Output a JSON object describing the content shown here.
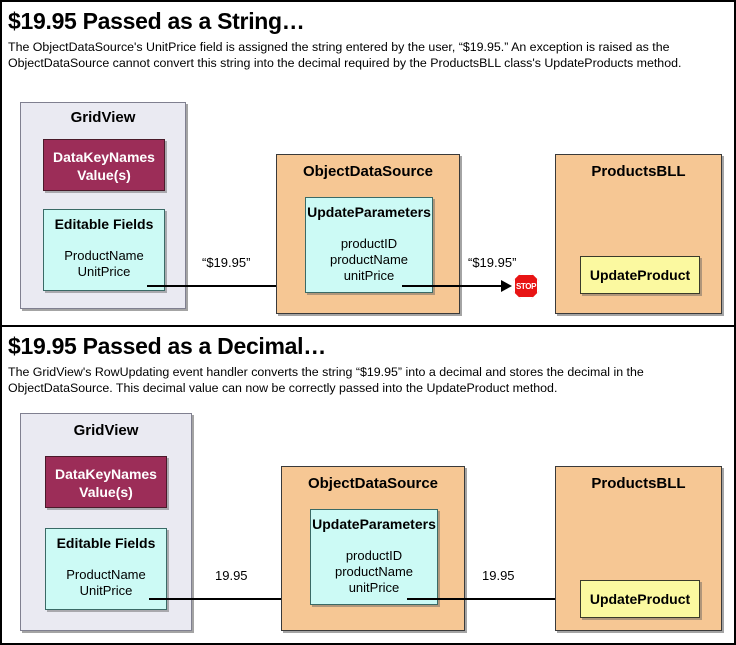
{
  "sections": [
    {
      "title": "$19.95 Passed as a String…",
      "description": "The ObjectDataSource's UnitPrice field is assigned the string entered by the user, “$19.95.” An exception is raised as the ObjectDataSource cannot convert this string into the decimal required by the ProductsBLL class's UpdateProducts method.",
      "gridview": {
        "title": "GridView",
        "datakey": {
          "line1": "DataKeyNames",
          "line2": "Value(s)",
          "color": "#9c2d58"
        },
        "editable": {
          "title": "Editable Fields",
          "fields": [
            "ProductName",
            "UnitPrice"
          ],
          "color": "#ccfaf5"
        },
        "color": "#eaeaf2"
      },
      "objectdatasource": {
        "title": "ObjectDataSource",
        "color": "#f6c794",
        "updateparameters": {
          "title": "UpdateParameters",
          "params": [
            "productID",
            "productName",
            "unitPrice"
          ],
          "color": "#ccfaf5"
        }
      },
      "productsbll": {
        "title": "ProductsBLL",
        "color": "#f6c794",
        "method": {
          "label": "UpdateProduct",
          "color": "#fbf9a0"
        }
      },
      "edge_1_label": "“$19.95”",
      "edge_2_label": "“$19.95”",
      "stop": {
        "label": "STOP",
        "color": "#e81414"
      }
    },
    {
      "title": "$19.95 Passed as a Decimal…",
      "description": "The GridView's RowUpdating event handler converts the string “$19.95” into a decimal and stores the decimal in the ObjectDataSource. This decimal value can now be correctly passed into the UpdateProduct method.",
      "gridview": {
        "title": "GridView",
        "datakey": {
          "line1": "DataKeyNames",
          "line2": "Value(s)",
          "color": "#9c2d58"
        },
        "editable": {
          "title": "Editable Fields",
          "fields": [
            "ProductName",
            "UnitPrice"
          ],
          "color": "#ccfaf5"
        },
        "color": "#eaeaf2"
      },
      "objectdatasource": {
        "title": "ObjectDataSource",
        "color": "#f6c794",
        "updateparameters": {
          "title": "UpdateParameters",
          "params": [
            "productID",
            "productName",
            "unitPrice"
          ],
          "color": "#ccfaf5"
        }
      },
      "productsbll": {
        "title": "ProductsBLL",
        "color": "#f6c794",
        "method": {
          "label": "UpdateProduct",
          "color": "#fbf9a0"
        }
      },
      "edge_1_label": "19.95",
      "edge_2_label": "19.95",
      "stop": null
    }
  ]
}
